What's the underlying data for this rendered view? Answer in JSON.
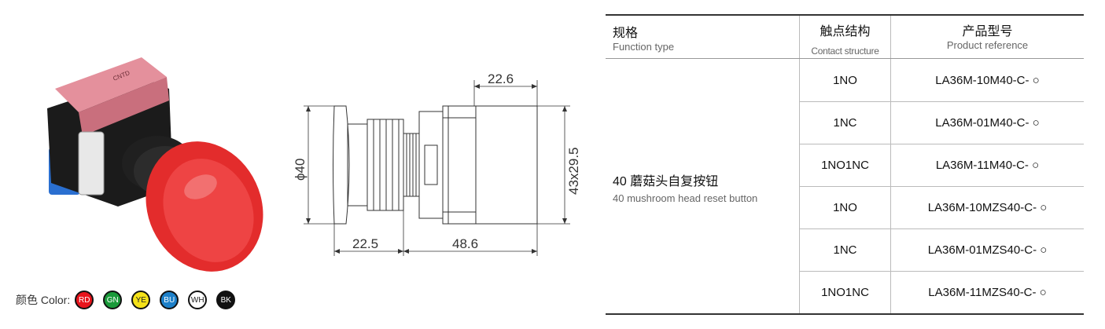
{
  "legend": {
    "label": "颜色 Color:",
    "colors": [
      {
        "code": "RD",
        "fill": "#e8141c",
        "text": "#ffffff"
      },
      {
        "code": "GN",
        "fill": "#1a9a3a",
        "text": "#ffffff"
      },
      {
        "code": "YE",
        "fill": "#f5e21a",
        "text": "#222222"
      },
      {
        "code": "BU",
        "fill": "#1d80c9",
        "text": "#ffffff"
      },
      {
        "code": "WH",
        "fill": "#ffffff",
        "text": "#222222"
      },
      {
        "code": "BK",
        "fill": "#111111",
        "text": "#ffffff"
      }
    ]
  },
  "drawing": {
    "dim_top": "22.6",
    "dim_left_vertical": "ϕ40",
    "dim_right_vertical": "43x29.5",
    "dim_bottom_left": "22.5",
    "dim_bottom_right": "48.6"
  },
  "table": {
    "headers": {
      "function_zh": "规格",
      "function_en": "Function type",
      "contact_zh": "触点结构",
      "contact_en": "Contact structure",
      "reference_zh": "产品型号",
      "reference_en": "Product reference"
    },
    "function": {
      "zh": "40 蘑菇头自复按钮",
      "en": "40 mushroom head reset button"
    },
    "rows": [
      {
        "contact": "1NO",
        "reference": "LA36M-10M40-C- ○"
      },
      {
        "contact": "1NC",
        "reference": "LA36M-01M40-C- ○"
      },
      {
        "contact": "1NO1NC",
        "reference": "LA36M-11M40-C- ○"
      },
      {
        "contact": "1NO",
        "reference": "LA36M-10MZS40-C- ○"
      },
      {
        "contact": "1NC",
        "reference": "LA36M-01MZS40-C- ○"
      },
      {
        "contact": "1NO1NC",
        "reference": "LA36M-11MZS40-C- ○"
      }
    ]
  },
  "product_colors": {
    "cap_red": "#e32c2c",
    "module_pink": "#e4909c",
    "switch_blue": "#2a6fd0"
  }
}
